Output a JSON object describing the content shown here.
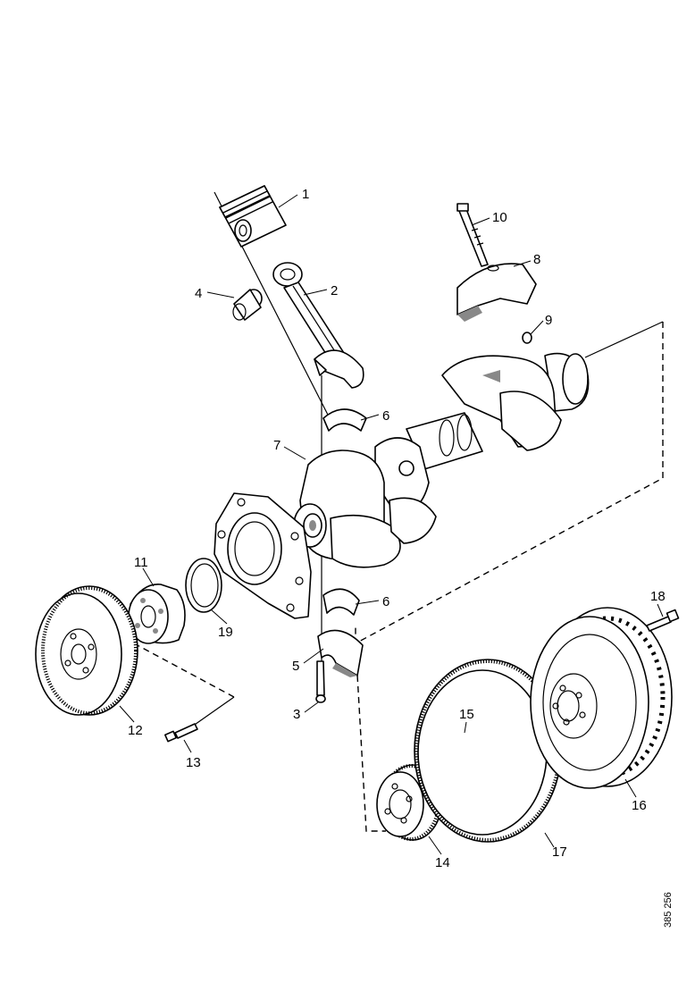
{
  "callouts": [
    {
      "id": "1",
      "text": "1"
    },
    {
      "id": "2",
      "text": "2"
    },
    {
      "id": "3",
      "text": "3"
    },
    {
      "id": "4",
      "text": "4"
    },
    {
      "id": "5",
      "text": "5"
    },
    {
      "id": "6a",
      "text": "6"
    },
    {
      "id": "6b",
      "text": "6"
    },
    {
      "id": "7",
      "text": "7"
    },
    {
      "id": "8",
      "text": "8"
    },
    {
      "id": "9",
      "text": "9"
    },
    {
      "id": "10",
      "text": "10"
    },
    {
      "id": "11",
      "text": "11"
    },
    {
      "id": "12",
      "text": "12"
    },
    {
      "id": "13",
      "text": "13"
    },
    {
      "id": "14",
      "text": "14"
    },
    {
      "id": "15",
      "text": "15"
    },
    {
      "id": "16",
      "text": "16"
    },
    {
      "id": "17",
      "text": "17"
    },
    {
      "id": "18",
      "text": "18"
    },
    {
      "id": "19",
      "text": "19"
    }
  ],
  "reference_code": "385 256",
  "colors": {
    "line": "#000000",
    "background": "#ffffff"
  }
}
